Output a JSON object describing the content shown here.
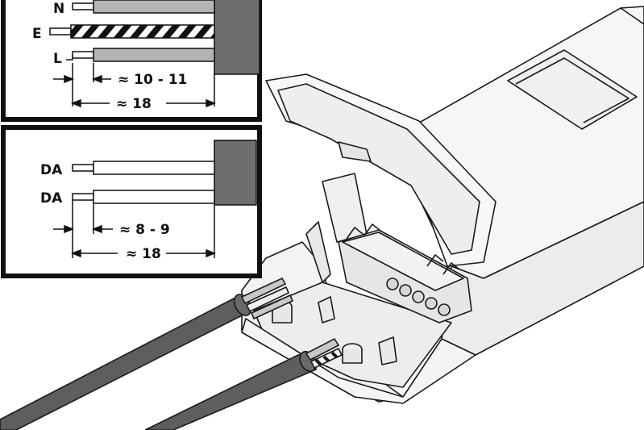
{
  "mains_panel": {
    "neutral_label": "N",
    "earth_label": "E",
    "live_label": "L",
    "strip_length": "≈ 10 - 11",
    "total_length": "≈ 18"
  },
  "dali_panel": {
    "wire1_label": "DA",
    "wire2_label": "DA",
    "strip_length": "≈ 8 - 9",
    "total_length": "≈ 18"
  },
  "colors": {
    "frame": "#111111",
    "cable_sheath": "#5e5e5e",
    "wire_grey": "#b4b4b4",
    "housing": "#f6f6f6",
    "outline": "#1a1a1a"
  }
}
